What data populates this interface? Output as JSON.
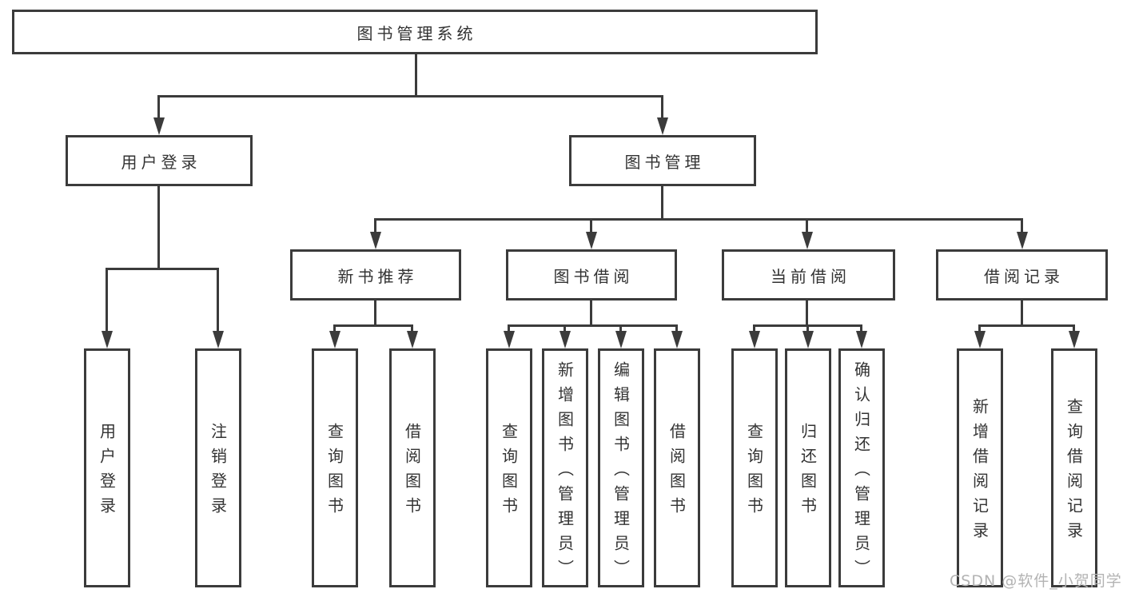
{
  "diagram": {
    "title": "图书管理系统",
    "nodes": {
      "root": {
        "label": "图书管理系统"
      },
      "level1": [
        {
          "label": "用户登录"
        },
        {
          "label": "图书管理"
        }
      ],
      "level2": [
        {
          "label": "新书推荐"
        },
        {
          "label": "图书借阅"
        },
        {
          "label": "当前借阅"
        },
        {
          "label": "借阅记录"
        }
      ],
      "level3": [
        {
          "label": "用户登录"
        },
        {
          "label": "注销登录"
        },
        {
          "label": "查询图书"
        },
        {
          "label": "借阅图书"
        },
        {
          "label": "查询图书"
        },
        {
          "label": "新增图书（管理员）"
        },
        {
          "label": "编辑图书（管理员）"
        },
        {
          "label": "借阅图书"
        },
        {
          "label": "查询图书"
        },
        {
          "label": "归还图书"
        },
        {
          "label": "确认归还（管理员）"
        },
        {
          "label": "新增借阅记录"
        },
        {
          "label": "查询借阅记录"
        }
      ]
    },
    "edges": [
      [
        "图书管理系统",
        "用户登录"
      ],
      [
        "图书管理系统",
        "图书管理"
      ],
      [
        "用户登录",
        "用户登录"
      ],
      [
        "用户登录",
        "注销登录"
      ],
      [
        "图书管理",
        "新书推荐"
      ],
      [
        "图书管理",
        "图书借阅"
      ],
      [
        "图书管理",
        "当前借阅"
      ],
      [
        "图书管理",
        "借阅记录"
      ],
      [
        "新书推荐",
        "查询图书"
      ],
      [
        "新书推荐",
        "借阅图书"
      ],
      [
        "图书借阅",
        "查询图书"
      ],
      [
        "图书借阅",
        "新增图书（管理员）"
      ],
      [
        "图书借阅",
        "编辑图书（管理员）"
      ],
      [
        "图书借阅",
        "借阅图书"
      ],
      [
        "当前借阅",
        "查询图书"
      ],
      [
        "当前借阅",
        "归还图书"
      ],
      [
        "当前借阅",
        "确认归还（管理员）"
      ],
      [
        "借阅记录",
        "新增借阅记录"
      ],
      [
        "借阅记录",
        "查询借阅记录"
      ]
    ],
    "watermark": "CSDN @软件_小贺同学",
    "colors": {
      "line": "#3b3b3b",
      "text": "#333333",
      "watermark": "#b3b3b3",
      "background": "#ffffff"
    }
  }
}
